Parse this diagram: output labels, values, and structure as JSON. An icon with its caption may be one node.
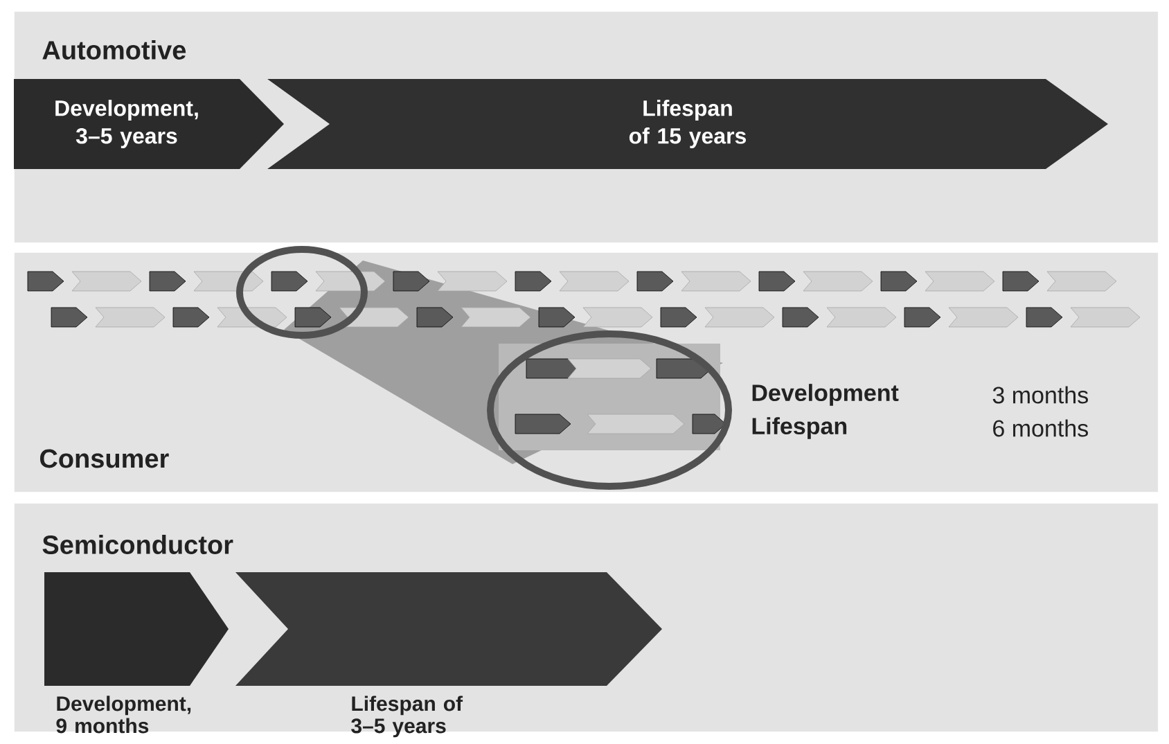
{
  "diagram": {
    "nodes": [
      {
        "text": [
          "Automotive"
        ]
      },
      {
        "text": [
          "Development, 3–5 years"
        ],
        "in": 0
      },
      {
        "text": [
          "Lifespan of 15 years"
        ],
        "in": 0
      },
      {
        "text": [
          "Consumer"
        ]
      },
      {
        "text": [
          "Semiconductor"
        ]
      },
      {
        "text": [],
        "shape": "chevron",
        "beside": [
          "Development, 9 months"
        ],
        "in": 4
      },
      {
        "text": [],
        "shape": "chevron",
        "beside": [
          "Lifespan of 3–5 years"
        ],
        "in": 4
      }
    ],
    "labels": [
      "Development",
      "3 months",
      "Lifespan",
      "6 months"
    ]
  }
}
